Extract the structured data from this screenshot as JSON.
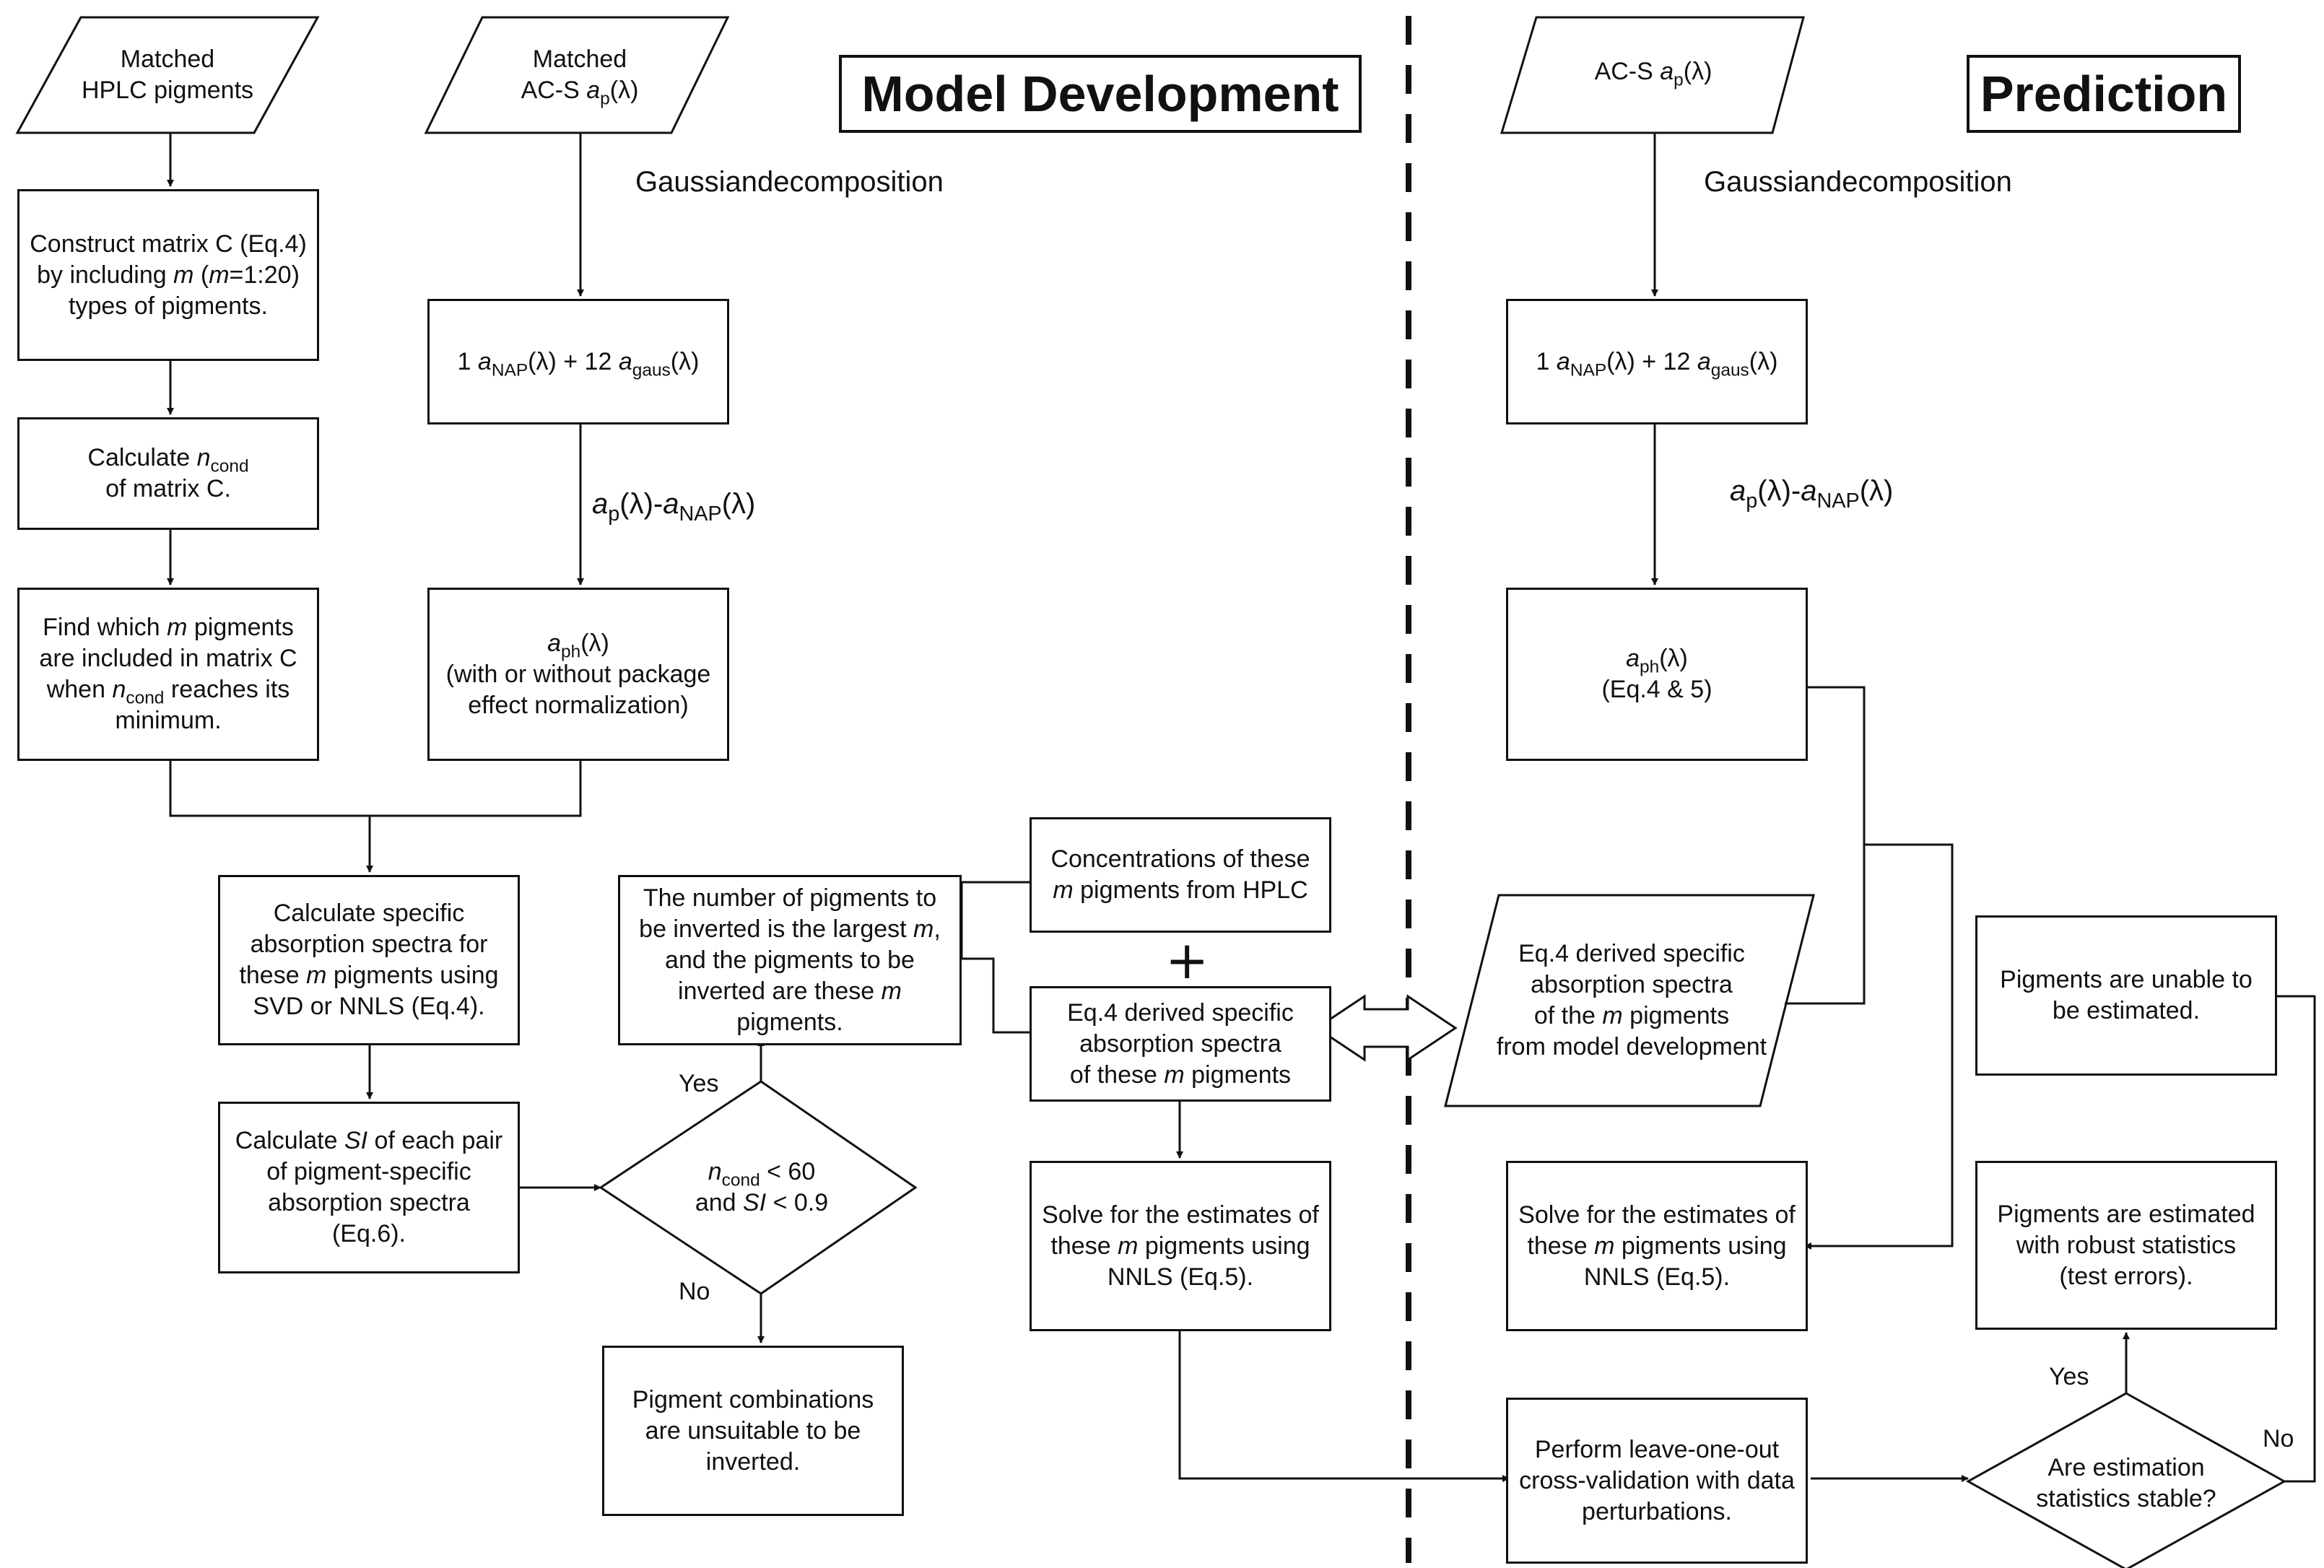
{
  "titles": {
    "model_development": "Model Development",
    "prediction": "Prediction"
  },
  "nodes": {
    "matched_hplc": [
      "Matched",
      "HPLC pigments"
    ],
    "matched_acs": [
      "Matched",
      "AC-S <i>a</i><sub>p</sub>(λ)"
    ],
    "construct_matrix": [
      "Construct matrix C (Eq.4)",
      "by including <i>m</i> (<i>m</i>=1:20)",
      "types of pigments."
    ],
    "calc_ncond": [
      "Calculate <i>n</i><sub>cond</sub>",
      "of matrix C."
    ],
    "find_m": [
      "Find which <i>m</i> pigments",
      "are included in matrix C",
      "when <i>n</i><sub>cond</sub> reaches its",
      "minimum."
    ],
    "gauss_md": [
      "1 <i>a</i><sub>NAP</sub>(λ) + 12 <i>a</i><sub>gaus</sub>(λ)"
    ],
    "aph_md": [
      "<i>a</i><sub>ph</sub>(λ)",
      "(with or without package",
      "effect normalization)"
    ],
    "calc_specific": [
      "Calculate specific",
      "absorption spectra for",
      "these <i>m</i> pigments using",
      "SVD or NNLS (Eq.4)."
    ],
    "calc_si": [
      "Calculate <i>SI</i> of each pair",
      "of pigment-specific",
      "absorption spectra",
      "(Eq.6)."
    ],
    "decision_md": [
      "<i>n</i><sub>cond</sub> &lt; 60",
      "and <i>SI</i> &lt; 0.9"
    ],
    "number_pigments": [
      "The number of pigments to",
      "be inverted is the largest <i>m</i>,",
      "and the pigments to be",
      "inverted are these <i>m</i>",
      "pigments."
    ],
    "unsuitable": [
      "Pigment combinations",
      "are unsuitable to be",
      "inverted."
    ],
    "concentrations": [
      "Concentrations of these",
      "<i>m</i> pigments from HPLC"
    ],
    "eq4_derived": [
      "Eq.4 derived specific",
      "absorption spectra",
      "of these <i>m</i> pigments"
    ],
    "solve_md": [
      "Solve for the estimates of",
      "these <i>m</i> pigments using",
      "NNLS (Eq.5)."
    ],
    "acs_pred": [
      "AC-S <i>a</i><sub>p</sub>(λ)"
    ],
    "gauss_pred": [
      "1 <i>a</i><sub>NAP</sub>(λ) + 12 <i>a</i><sub>gaus</sub>(λ)"
    ],
    "aph_pred": [
      "<i>a</i><sub>ph</sub>(λ)",
      "(Eq.4 &amp; 5)"
    ],
    "eq4_pred": [
      "Eq.4 derived specific",
      "absorption spectra",
      "of the <i>m</i> pigments",
      "from model development"
    ],
    "solve_pred": [
      "Solve for the estimates of",
      "these <i>m</i> pigments using",
      "NNLS (Eq.5)."
    ],
    "loo": [
      "Perform leave-one-out",
      "cross-validation with data",
      "perturbations."
    ],
    "stable": [
      "Are estimation",
      "statistics stable?"
    ],
    "unable": [
      "Pigments are unable to",
      "be estimated."
    ],
    "robust": [
      "Pigments are estimated",
      "with robust statistics",
      "(test errors)."
    ]
  },
  "labels": {
    "gauss_decomp_md": [
      "Gaussian",
      "decomposition"
    ],
    "gauss_decomp_pred": [
      "Gaussian",
      "decomposition"
    ],
    "ap_minus_md": "<i>a</i><sub>p</sub>(λ)-<i>a</i><sub>NAP</sub>(λ)",
    "ap_minus_pred": "<i>a</i><sub>p</sub>(λ)-<i>a</i><sub>NAP</sub>(λ)",
    "yes_md": "Yes",
    "no_md": "No",
    "yes_pred": "Yes",
    "no_pred": "No",
    "plus": "+"
  }
}
